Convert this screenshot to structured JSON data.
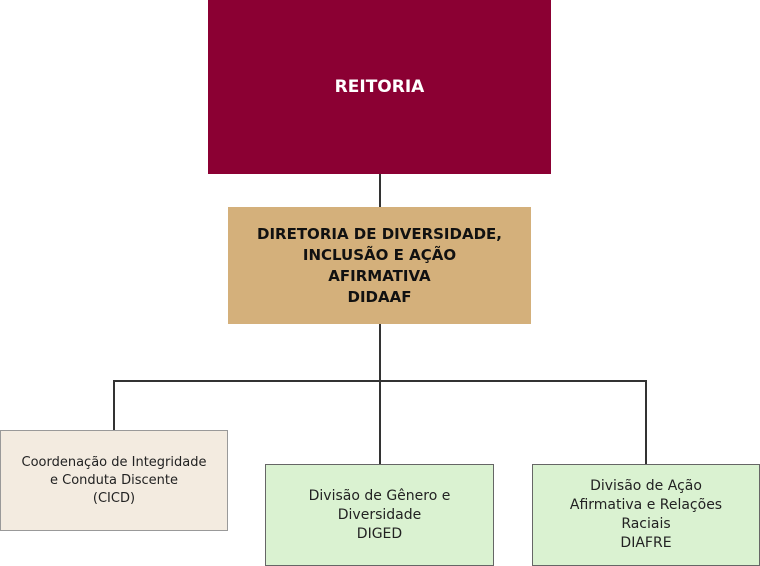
{
  "colors": {
    "reitoria": "#8B0033",
    "didaaf": "#D4B07B",
    "cicd": "#F3EBE0",
    "divisions": "#DAF2D1",
    "connector": "#333333"
  },
  "nodes": {
    "reitoria": "REITORIA",
    "didaaf": "DIRETORIA DE DIVERSIDADE,\nINCLUSÃO E AÇÃO\nAFIRMATIVA\nDIDAAF",
    "cicd": "Coordenação de Integridade\ne Conduta Discente\n(CICD)",
    "diged": "Divisão de Gênero e\nDiversidade\nDIGED",
    "diafre": "Divisão de Ação\nAfirmativa e Relações\nRaciais\nDIAFRE"
  },
  "edges": [
    [
      "reitoria",
      "didaaf"
    ],
    [
      "didaaf",
      "cicd"
    ],
    [
      "didaaf",
      "diged"
    ],
    [
      "didaaf",
      "diafre"
    ]
  ]
}
